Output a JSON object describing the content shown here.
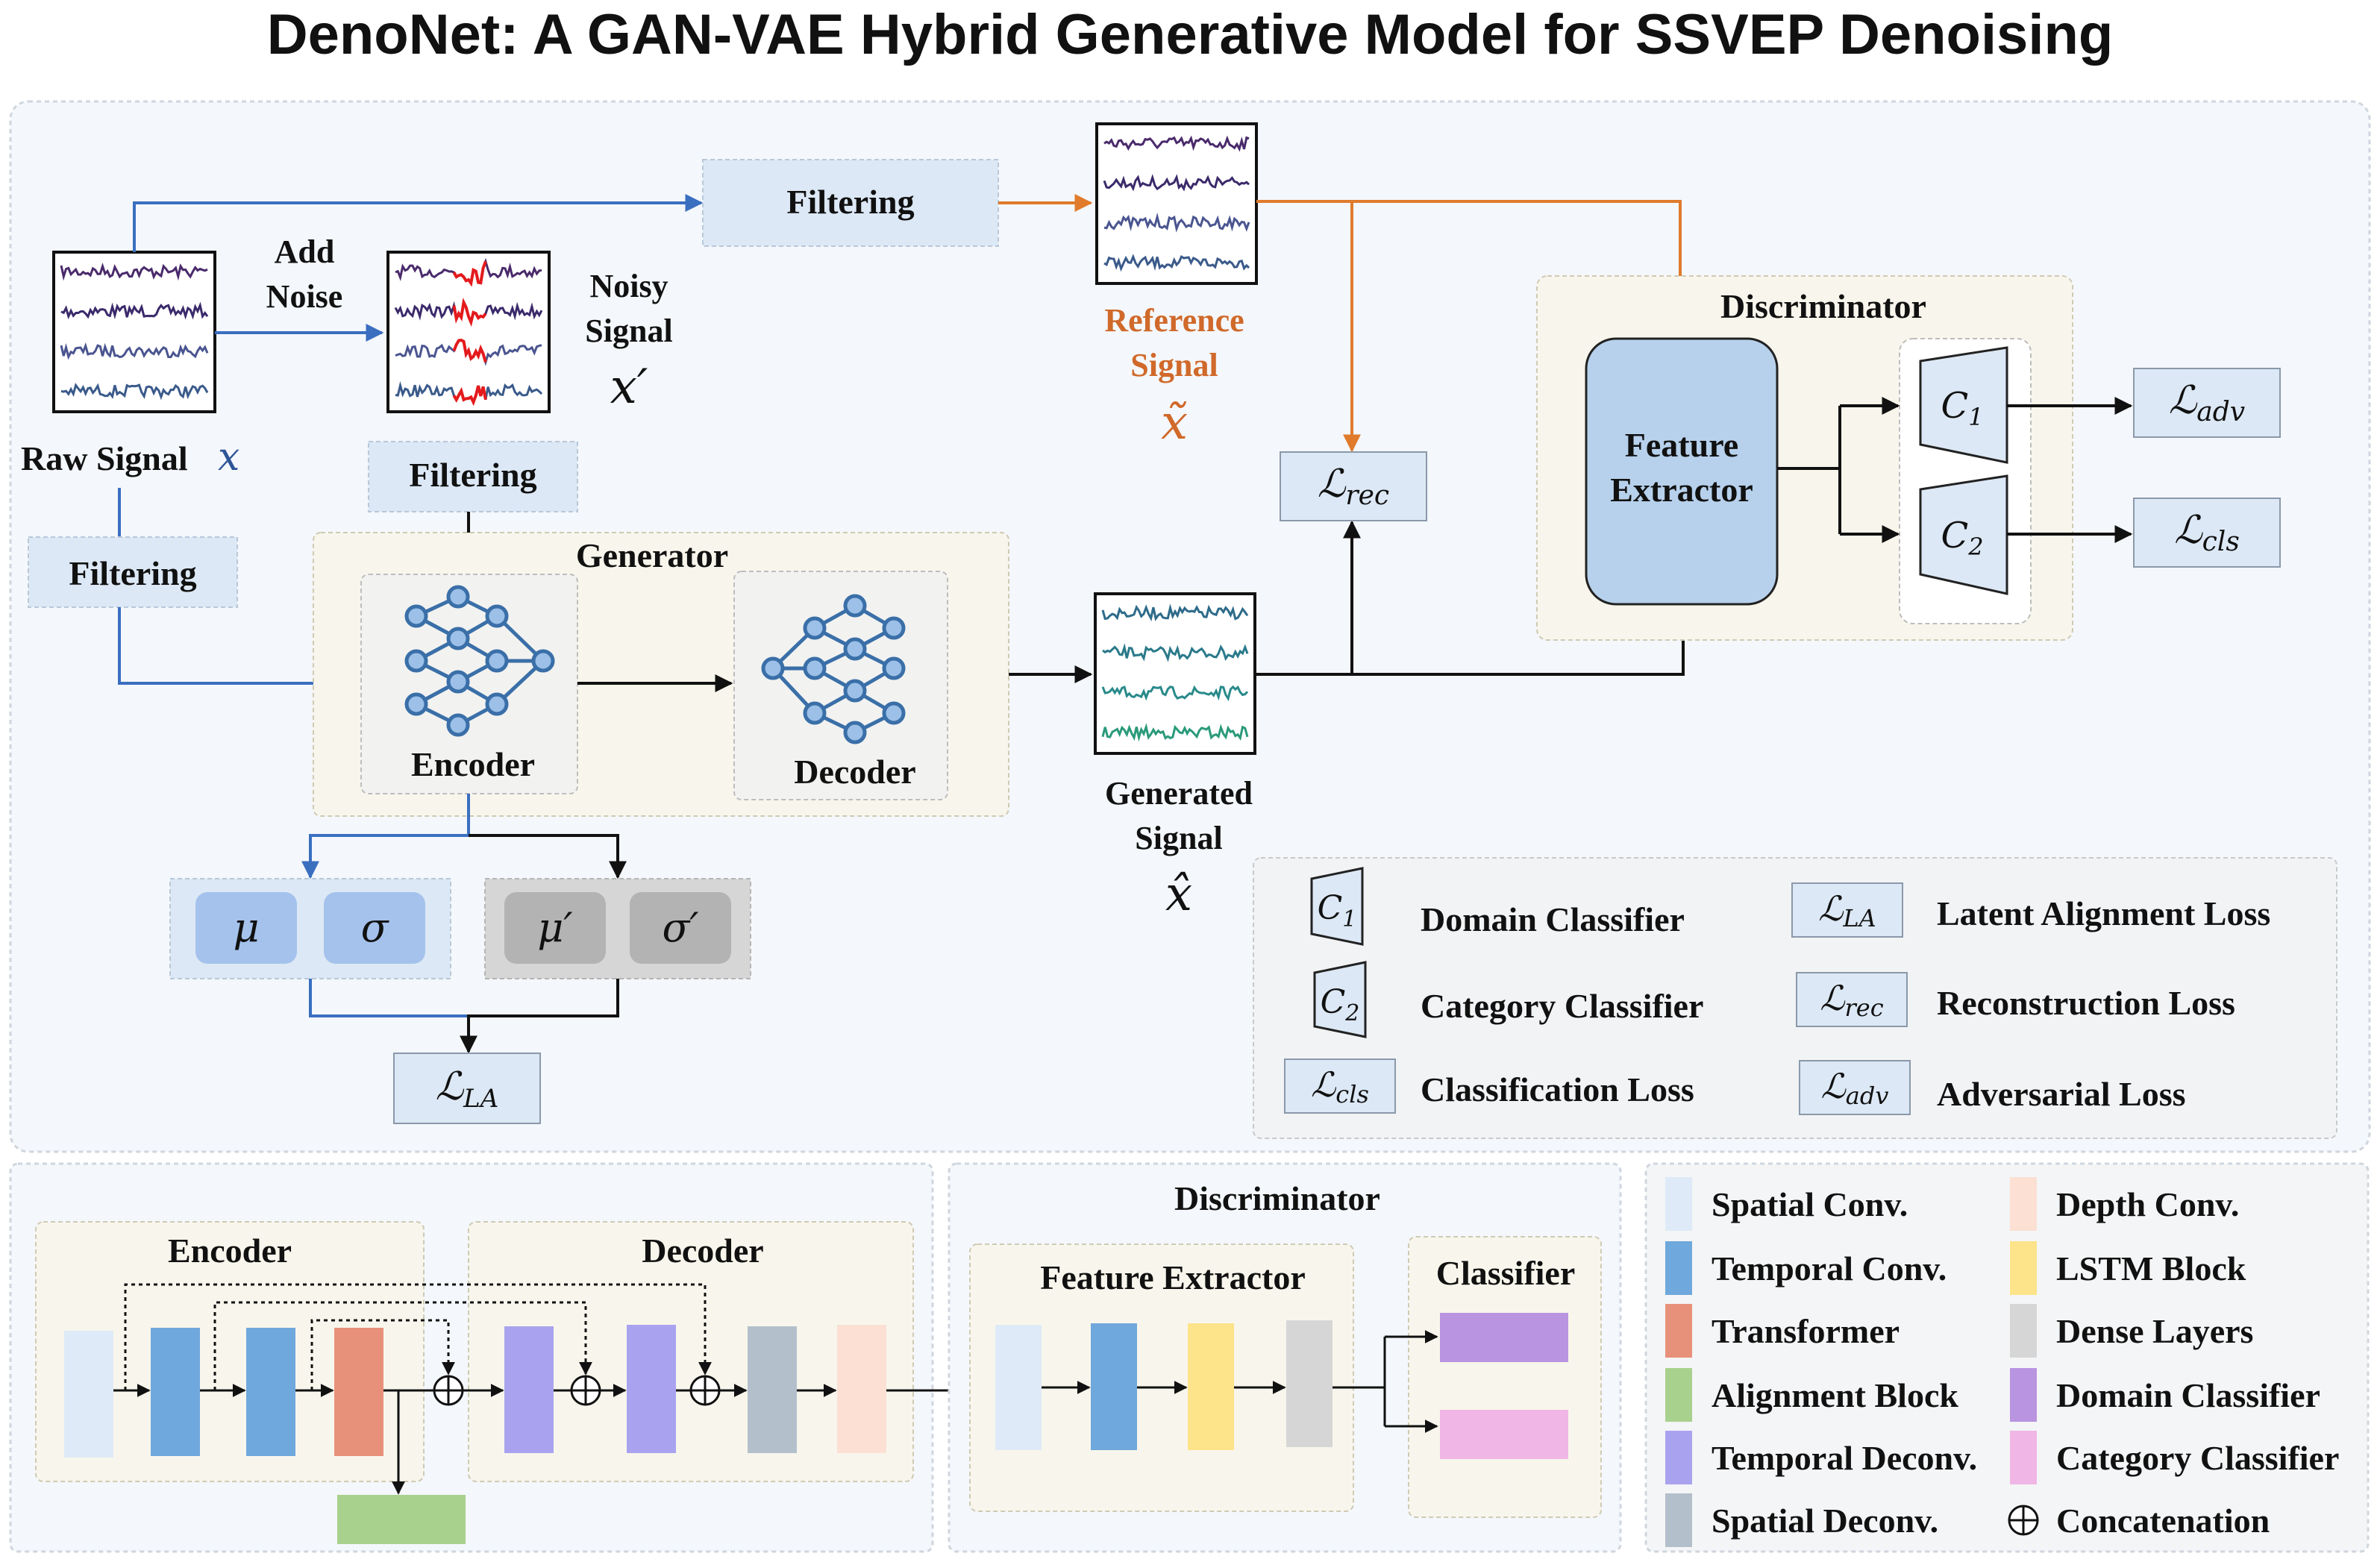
{
  "title": "DenoNet: A GAN-VAE Hybrid Generative Model for SSVEP Denoising",
  "colors": {
    "blue_arrow": "#3a6fc0",
    "orange_arrow": "#e07b2c",
    "panel_bg": "#f4f7fb",
    "module_bg": "#f8f6ec",
    "box_fill": "#dce8f5",
    "feature_extractor": "#b7d1ec",
    "raw_signal_text": "#2e5597",
    "reference_text": "#d0692a"
  },
  "icons": [
    "signal-waveform-icon",
    "neural-network-icon",
    "trapezoid-classifier-icon",
    "concatenation-icon"
  ],
  "top": {
    "raw_signal_label": "Raw Signal",
    "raw_signal_symbol": "𝑥",
    "add_noise": [
      "Add",
      "Noise"
    ],
    "noisy_signal": [
      "Noisy",
      "Signal"
    ],
    "noisy_symbol": "𝑥′",
    "filtering": "Filtering",
    "reference_signal": [
      "Reference",
      "Signal"
    ],
    "reference_symbol": "𝑥̃",
    "generator": "Generator",
    "encoder": "Encoder",
    "decoder": "Decoder",
    "generated_signal": [
      "Generated",
      "Signal"
    ],
    "generated_symbol": "𝑥̂",
    "discriminator": "Discriminator",
    "feature_extractor": [
      "Feature",
      "Extractor"
    ],
    "c1_base": "𝐶",
    "c1_sub": "1",
    "c2_base": "𝐶",
    "c2_sub": "2",
    "loss_base": "ℒ",
    "loss_adv_sub": "adv",
    "loss_cls_sub": "cls",
    "loss_rec_sub": "rec",
    "loss_la_sub": "LA",
    "mu": "μ",
    "sigma": "σ",
    "mu_prime": "μ′",
    "sigma_prime": "σ′"
  },
  "legend_top": {
    "domain_classifier": "Domain Classifier",
    "category_classifier": "Category Classifier",
    "classification_loss": "Classification Loss",
    "latent_alignment_loss": "Latent Alignment Loss",
    "reconstruction_loss": "Reconstruction Loss",
    "adversarial_loss": "Adversarial Loss"
  },
  "bottom": {
    "encoder": "Encoder",
    "decoder": "Decoder",
    "discriminator": "Discriminator",
    "feature_extractor": "Feature Extractor",
    "classifier": "Classifier"
  },
  "legend_bottom": [
    {
      "label": "Spatial Conv.",
      "color": "#deeaf7"
    },
    {
      "label": "Temporal Conv.",
      "color": "#6fa8dc"
    },
    {
      "label": "Transformer",
      "color": "#e8917a"
    },
    {
      "label": "Alignment Block",
      "color": "#a9d18e"
    },
    {
      "label": "Temporal Deconv.",
      "color": "#a9a3ef"
    },
    {
      "label": "Spatial Deconv.",
      "color": "#b4bfcc"
    },
    {
      "label": "Depth Conv.",
      "color": "#fbe0d3"
    },
    {
      "label": "LSTM Block",
      "color": "#fde38a"
    },
    {
      "label": "Dense Layers",
      "color": "#d6d6d6"
    },
    {
      "label": "Domain Classifier",
      "color": "#b994e0"
    },
    {
      "label": "Category Classifier",
      "color": "#f0b6e6"
    },
    {
      "label": "Concatenation",
      "color": "#000000"
    }
  ]
}
